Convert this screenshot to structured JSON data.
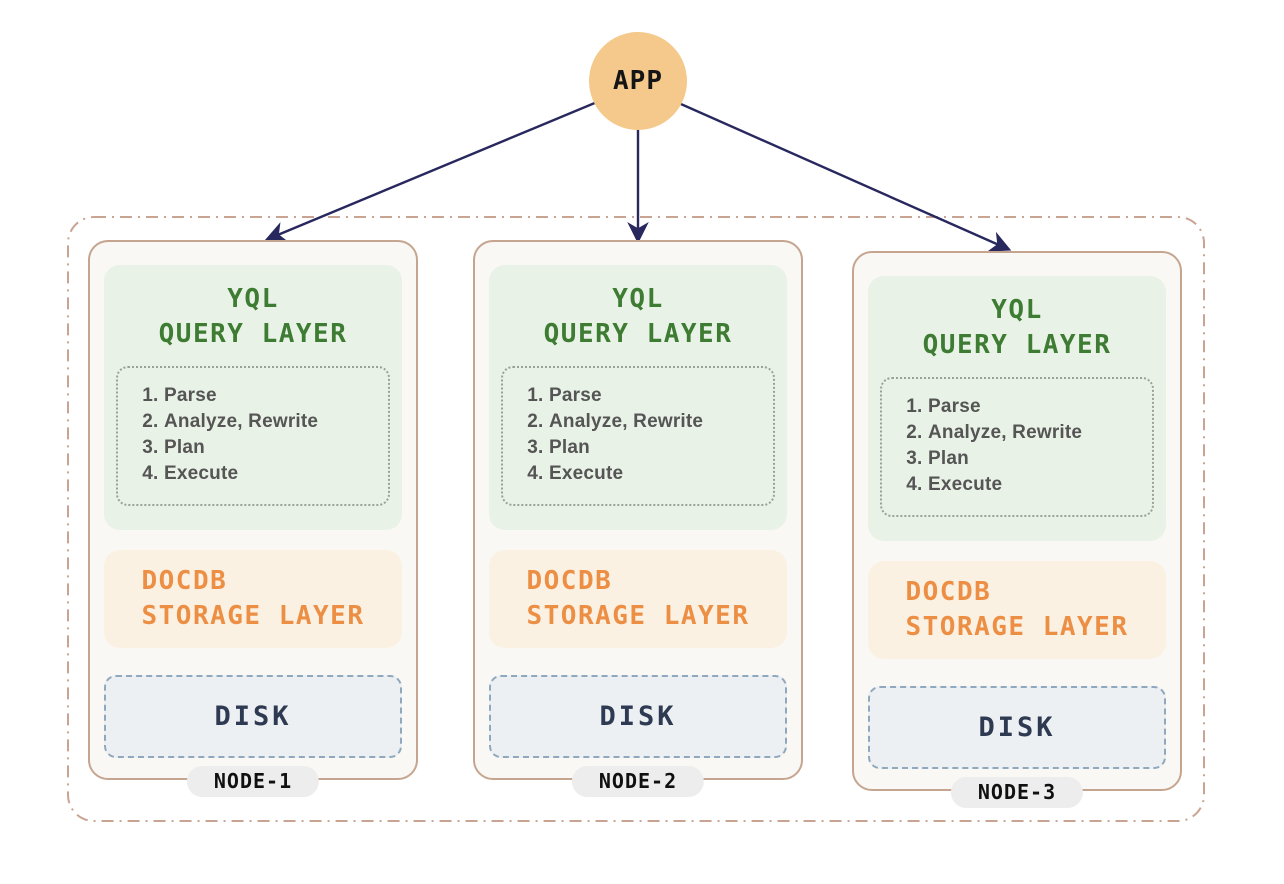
{
  "app": {
    "label": "APP"
  },
  "nodes": [
    {
      "label": "NODE-1",
      "query_layer": {
        "title1": "YQL",
        "title2": "QUERY LAYER",
        "steps": [
          "Parse",
          "Analyze, Rewrite",
          "Plan",
          "Execute"
        ]
      },
      "storage_layer": {
        "title1": "DOCDB",
        "title2": "STORAGE LAYER"
      },
      "disk_label": "DISK"
    },
    {
      "label": "NODE-2",
      "query_layer": {
        "title1": "YQL",
        "title2": "QUERY LAYER",
        "steps": [
          "Parse",
          "Analyze, Rewrite",
          "Plan",
          "Execute"
        ]
      },
      "storage_layer": {
        "title1": "DOCDB",
        "title2": "STORAGE LAYER"
      },
      "disk_label": "DISK"
    },
    {
      "label": "NODE-3",
      "query_layer": {
        "title1": "YQL",
        "title2": "QUERY LAYER",
        "steps": [
          "Parse",
          "Analyze, Rewrite",
          "Plan",
          "Execute"
        ]
      },
      "storage_layer": {
        "title1": "DOCDB",
        "title2": "STORAGE LAYER"
      },
      "disk_label": "DISK"
    }
  ],
  "colors": {
    "app_circle": "#f4c98b",
    "arrow": "#28285e",
    "query_title": "#3e7b33",
    "query_layer_bg": "#e9f2e6",
    "storage_title": "#ec8f45",
    "storage_layer_bg": "#fbf1e2",
    "card_bg": "#faf8f4",
    "card_border": "#c5a58f",
    "cluster_border": "#c9a493",
    "disk_bg": "#edf0f2",
    "disk_border": "#90a8bd",
    "disk_text": "#2e3a52",
    "steps_text": "#555555",
    "node_pill_bg": "#ededee"
  }
}
